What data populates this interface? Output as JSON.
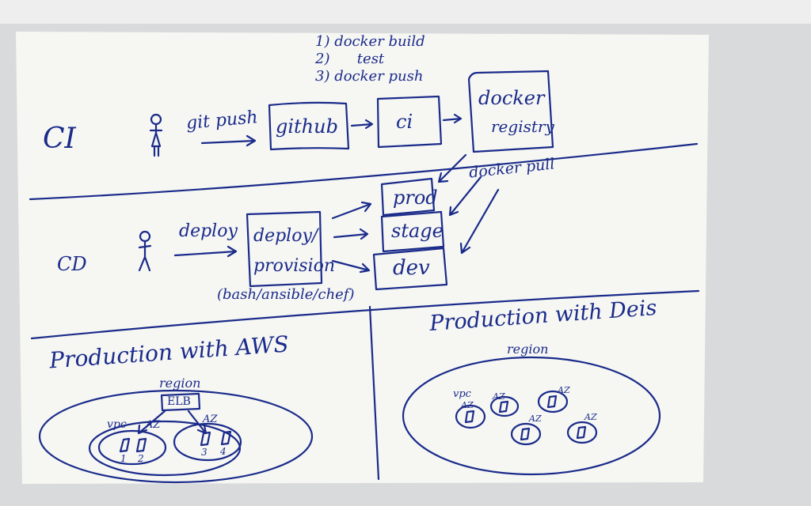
{
  "colors": {
    "ink": "#1a2b8a",
    "paper": "#f6f6f3",
    "wall": "#d9dadb"
  },
  "ci": {
    "label": "CI",
    "action": "git push",
    "github": "github",
    "ci_box": "ci",
    "registry_line1": "docker",
    "registry_line2": "registry",
    "steps": [
      "1) docker build",
      "2)      test",
      "3) docker push"
    ]
  },
  "cd": {
    "label": "CD",
    "action": "deploy",
    "deploy_line1": "deploy/",
    "deploy_line2": "provision",
    "tools": "(bash/ansible/chef)",
    "pull": "docker pull",
    "envs": [
      "prod",
      "stage",
      "dev"
    ]
  },
  "aws": {
    "title": "Production with AWS",
    "region": "region",
    "elb": "ELB",
    "vpc": "vpc",
    "az1": "AZ",
    "az2": "AZ",
    "instances": [
      "1",
      "2",
      "3",
      "4"
    ]
  },
  "deis": {
    "title": "Production with Deis",
    "region": "region",
    "vpc": "vpc",
    "azs": [
      "AZ",
      "AZ",
      "AZ",
      "AZ",
      "AZ"
    ]
  }
}
